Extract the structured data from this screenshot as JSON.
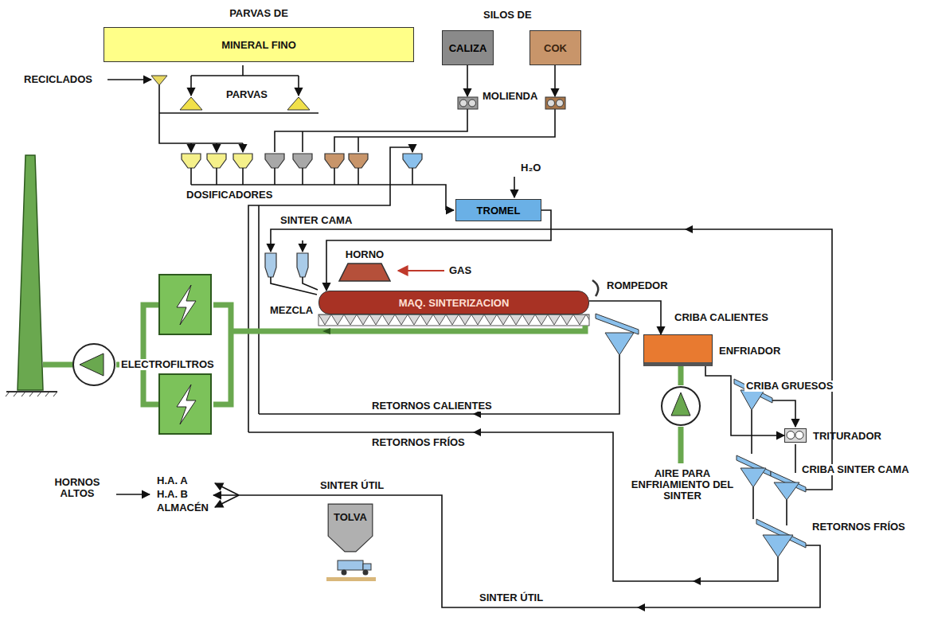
{
  "diagram": {
    "nodes": [
      {
        "text": [
          "PARVAS DE",
          "MINERAL FINO"
        ]
      },
      {
        "text": [
          "CALIZA"
        ]
      },
      {
        "text": [
          "COK"
        ]
      },
      {
        "text": [
          "TROMEL"
        ]
      },
      {
        "text": [
          "HORNO"
        ]
      },
      {
        "text": [
          "MAQ. SINTERIZACION"
        ]
      },
      {
        "text": [
          "ENFRIADOR"
        ]
      },
      {
        "text": [
          "TRITURADOR"
        ]
      },
      {
        "text": [
          "TOLVA"
        ]
      }
    ],
    "edges": [
      {
        "from": 3,
        "to": 5,
        "arrow": "to"
      },
      {
        "from": 5,
        "to": 6,
        "arrow": "to"
      },
      {
        "from": 6,
        "to": 7,
        "arrow": "to"
      }
    ],
    "labels": [
      "SILOS DE",
      "RECICLADOS",
      "PARVAS",
      "MOLIENDA",
      "DOSIFICADORES",
      "H₂O",
      "SINTER CAMA",
      "GAS",
      "MEZCLA",
      "ROMPEDOR",
      "CRIBA CALIENTES",
      "ELECTROFILTROS",
      "RETORNOS CALIENTES",
      "CRIBA GRUESOS",
      "RETORNOS FRÍOS",
      "AIRE PARA ENFRIAMIENTO DEL SINTER",
      "CRIBA SINTER CAMA",
      "HORNOS ALTOS",
      "H.A. A",
      "H.A. B",
      "ALMACÉN",
      "SINTER ÚTIL",
      "RETORNOS FRÍOS",
      "SINTER ÚTIL"
    ]
  }
}
